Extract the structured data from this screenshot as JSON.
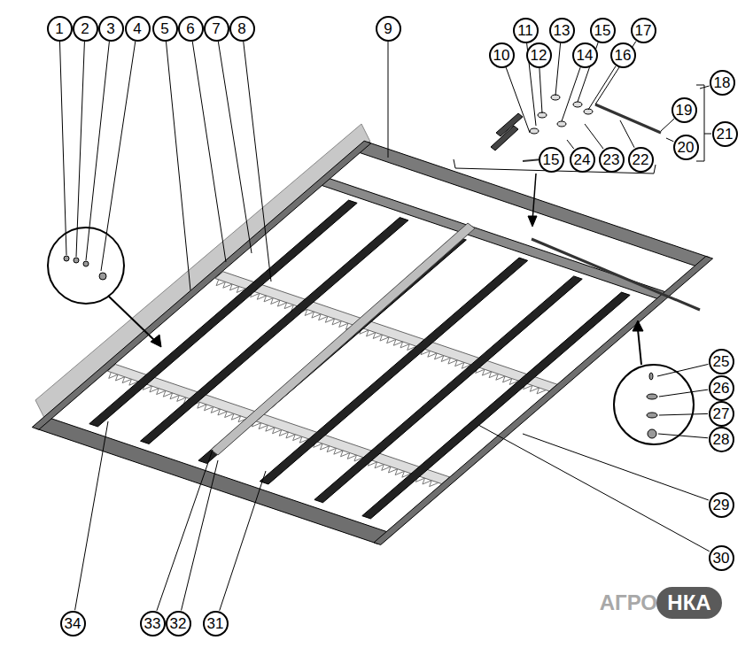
{
  "diagram": {
    "nodes": [
      {
        "text": [
          "1"
        ]
      },
      {
        "text": [
          "2"
        ]
      },
      {
        "text": [
          "3"
        ]
      },
      {
        "text": [
          "4"
        ]
      },
      {
        "text": [
          "5"
        ]
      },
      {
        "text": [
          "6"
        ]
      },
      {
        "text": [
          "7"
        ]
      },
      {
        "text": [
          "8"
        ]
      },
      {
        "text": [
          "9"
        ]
      },
      {
        "text": [
          "11"
        ]
      },
      {
        "text": [
          "13"
        ]
      },
      {
        "text": [
          "15"
        ]
      },
      {
        "text": [
          "17"
        ]
      },
      {
        "text": [
          "10"
        ]
      },
      {
        "text": [
          "12"
        ]
      },
      {
        "text": [
          "14"
        ]
      },
      {
        "text": [
          "16"
        ]
      },
      {
        "text": [
          "18"
        ]
      },
      {
        "text": [
          "19"
        ]
      },
      {
        "text": [
          "21"
        ]
      },
      {
        "text": [
          "20"
        ]
      },
      {
        "text": [
          "15"
        ]
      },
      {
        "text": [
          "24"
        ]
      },
      {
        "text": [
          "23"
        ]
      },
      {
        "text": [
          "22"
        ]
      },
      {
        "text": [
          "25"
        ]
      },
      {
        "text": [
          "26"
        ]
      },
      {
        "text": [
          "27"
        ]
      },
      {
        "text": [
          "28"
        ]
      },
      {
        "text": [
          "29"
        ]
      },
      {
        "text": [
          "30"
        ]
      },
      {
        "text": [
          "34"
        ]
      },
      {
        "text": [
          "33"
        ]
      },
      {
        "text": [
          "32"
        ]
      },
      {
        "text": [
          "31"
        ]
      },
      {
        "text": [
          "НКА"
        ]
      }
    ],
    "labels": [
      "АГРО"
    ]
  }
}
